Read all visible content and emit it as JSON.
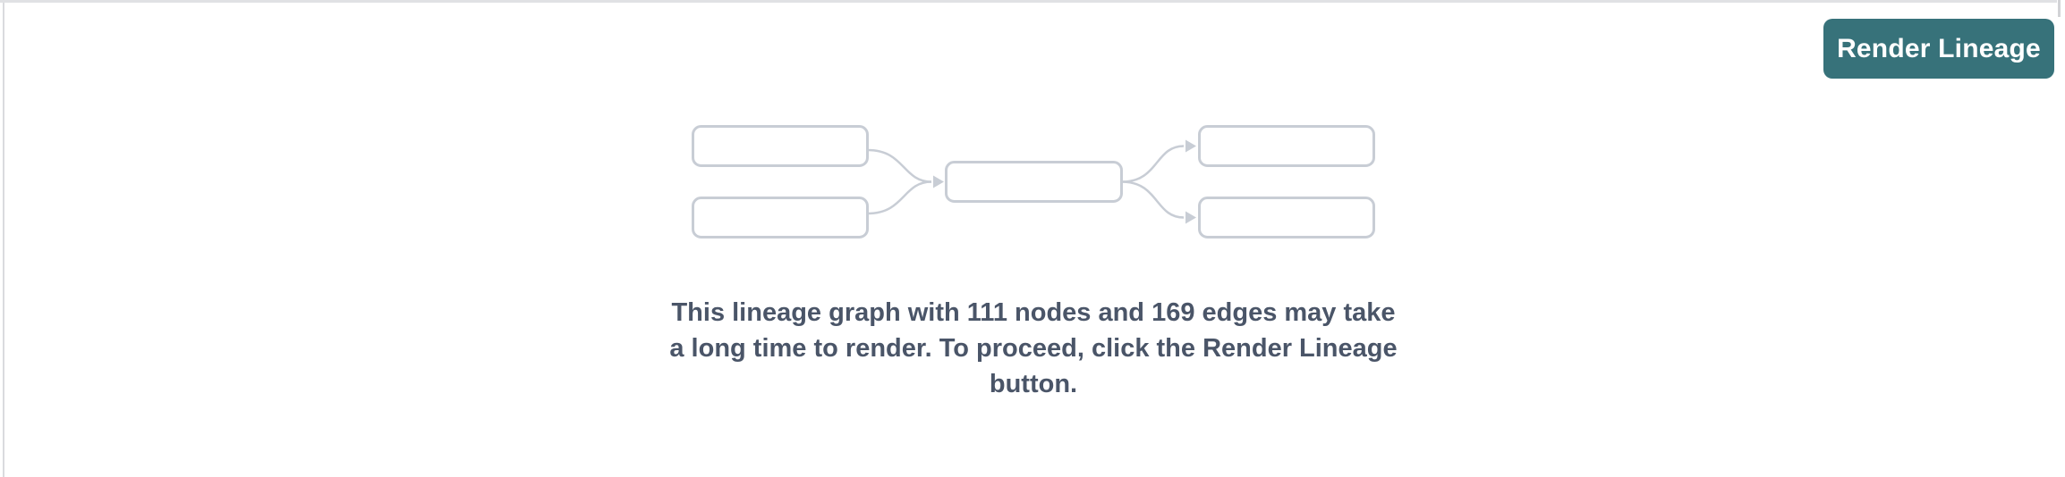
{
  "page": {
    "background_color": "#ffffff",
    "divider_color": "#e0e1e4",
    "left_divider_color": "#dadbde"
  },
  "toolbar": {
    "render_button_label": "Render Lineage",
    "render_button_bg": "#37727a",
    "render_button_text_color": "#ffffff"
  },
  "empty_state": {
    "node_count": 111,
    "edge_count": 169,
    "message_full": "This lineage graph with 111 nodes and 169 edges may take a long time to render. To proceed, click the Render Lineage button.",
    "message_lines": [
      "This lineage graph with 111 nodes and 169 edges may take",
      "a long time to render. To proceed, click the Render Lineage",
      "button."
    ],
    "message_text_color": "#4a5568",
    "illustration": {
      "icon": "lineage-graph-placeholder-icon",
      "box_count": 5,
      "stroke_color": "#c8cdd5",
      "fill_color": "#ffffff"
    }
  }
}
